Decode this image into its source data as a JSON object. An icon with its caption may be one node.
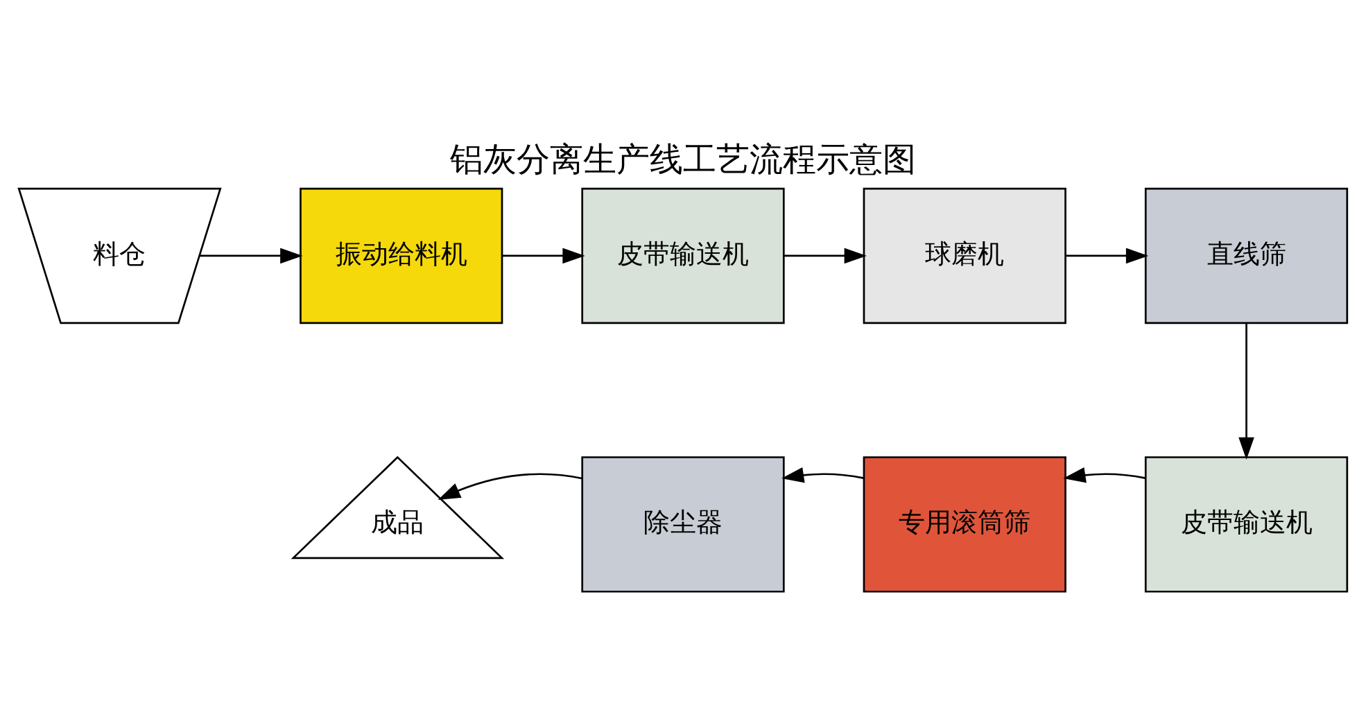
{
  "diagram": {
    "title": "铝灰分离生产线工艺流程示意图",
    "nodes": [
      {
        "text": [
          "料仓"
        ]
      },
      {
        "text": [
          "振动给料机"
        ]
      },
      {
        "text": [
          "皮带输送机"
        ]
      },
      {
        "text": [
          "球磨机"
        ]
      },
      {
        "text": [
          "直线筛"
        ]
      },
      {
        "text": [
          "皮带输送机"
        ]
      },
      {
        "text": [
          "专用滚筒筛"
        ]
      },
      {
        "text": [
          "除尘器"
        ]
      },
      {
        "text": [
          "成品"
        ]
      }
    ],
    "edges": [
      {
        "from": 0,
        "to": 1,
        "arrow": "to"
      },
      {
        "from": 1,
        "to": 2,
        "arrow": "to"
      },
      {
        "from": 2,
        "to": 3,
        "arrow": "to"
      },
      {
        "from": 3,
        "to": 4,
        "arrow": "to"
      },
      {
        "from": 4,
        "to": 5,
        "arrow": "to"
      },
      {
        "from": 5,
        "to": 6,
        "arrow": "to"
      },
      {
        "from": 6,
        "to": 7,
        "arrow": "to"
      },
      {
        "from": 7,
        "to": 8,
        "arrow": "to"
      }
    ]
  }
}
